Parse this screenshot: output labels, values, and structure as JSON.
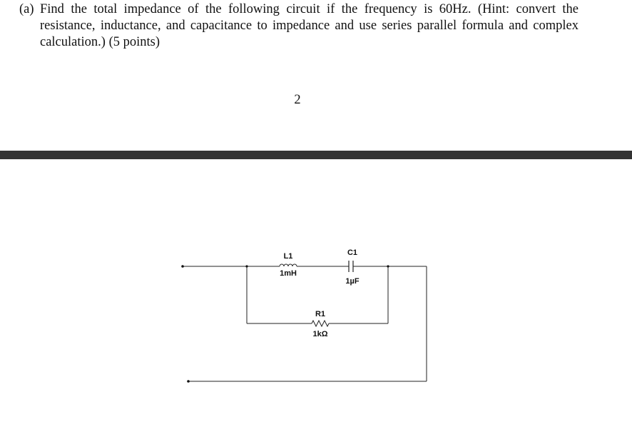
{
  "question": {
    "label": "(a)",
    "text": "Find the total impedance of the following circuit if the frequency is 60Hz. (Hint: convert the resistance, inductance, and capacitance to impedance and use series parallel formula and complex calculation.) (5 points)"
  },
  "page_number": "2",
  "circuit": {
    "inductor": {
      "name": "L1",
      "value": "1mH"
    },
    "capacitor": {
      "name": "C1",
      "value": "1µF"
    },
    "resistor": {
      "name": "R1",
      "value": "1kΩ"
    }
  }
}
